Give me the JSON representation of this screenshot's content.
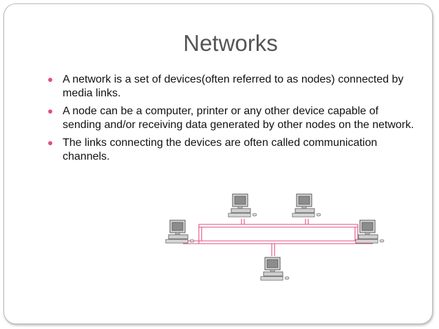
{
  "slide": {
    "title": "Networks",
    "bullets": [
      "A network is a set of devices(often referred to as nodes) connected by media links.",
      "A node can be a computer, printer or any other device capable of sending and/or receiving data generated by other nodes on the network.",
      "The links connecting the devices are often called communication channels."
    ]
  },
  "colors": {
    "bullet": "#e24e7d",
    "link": "#e24e7d",
    "title": "#555555"
  },
  "icons": {
    "node": "computer-icon"
  }
}
